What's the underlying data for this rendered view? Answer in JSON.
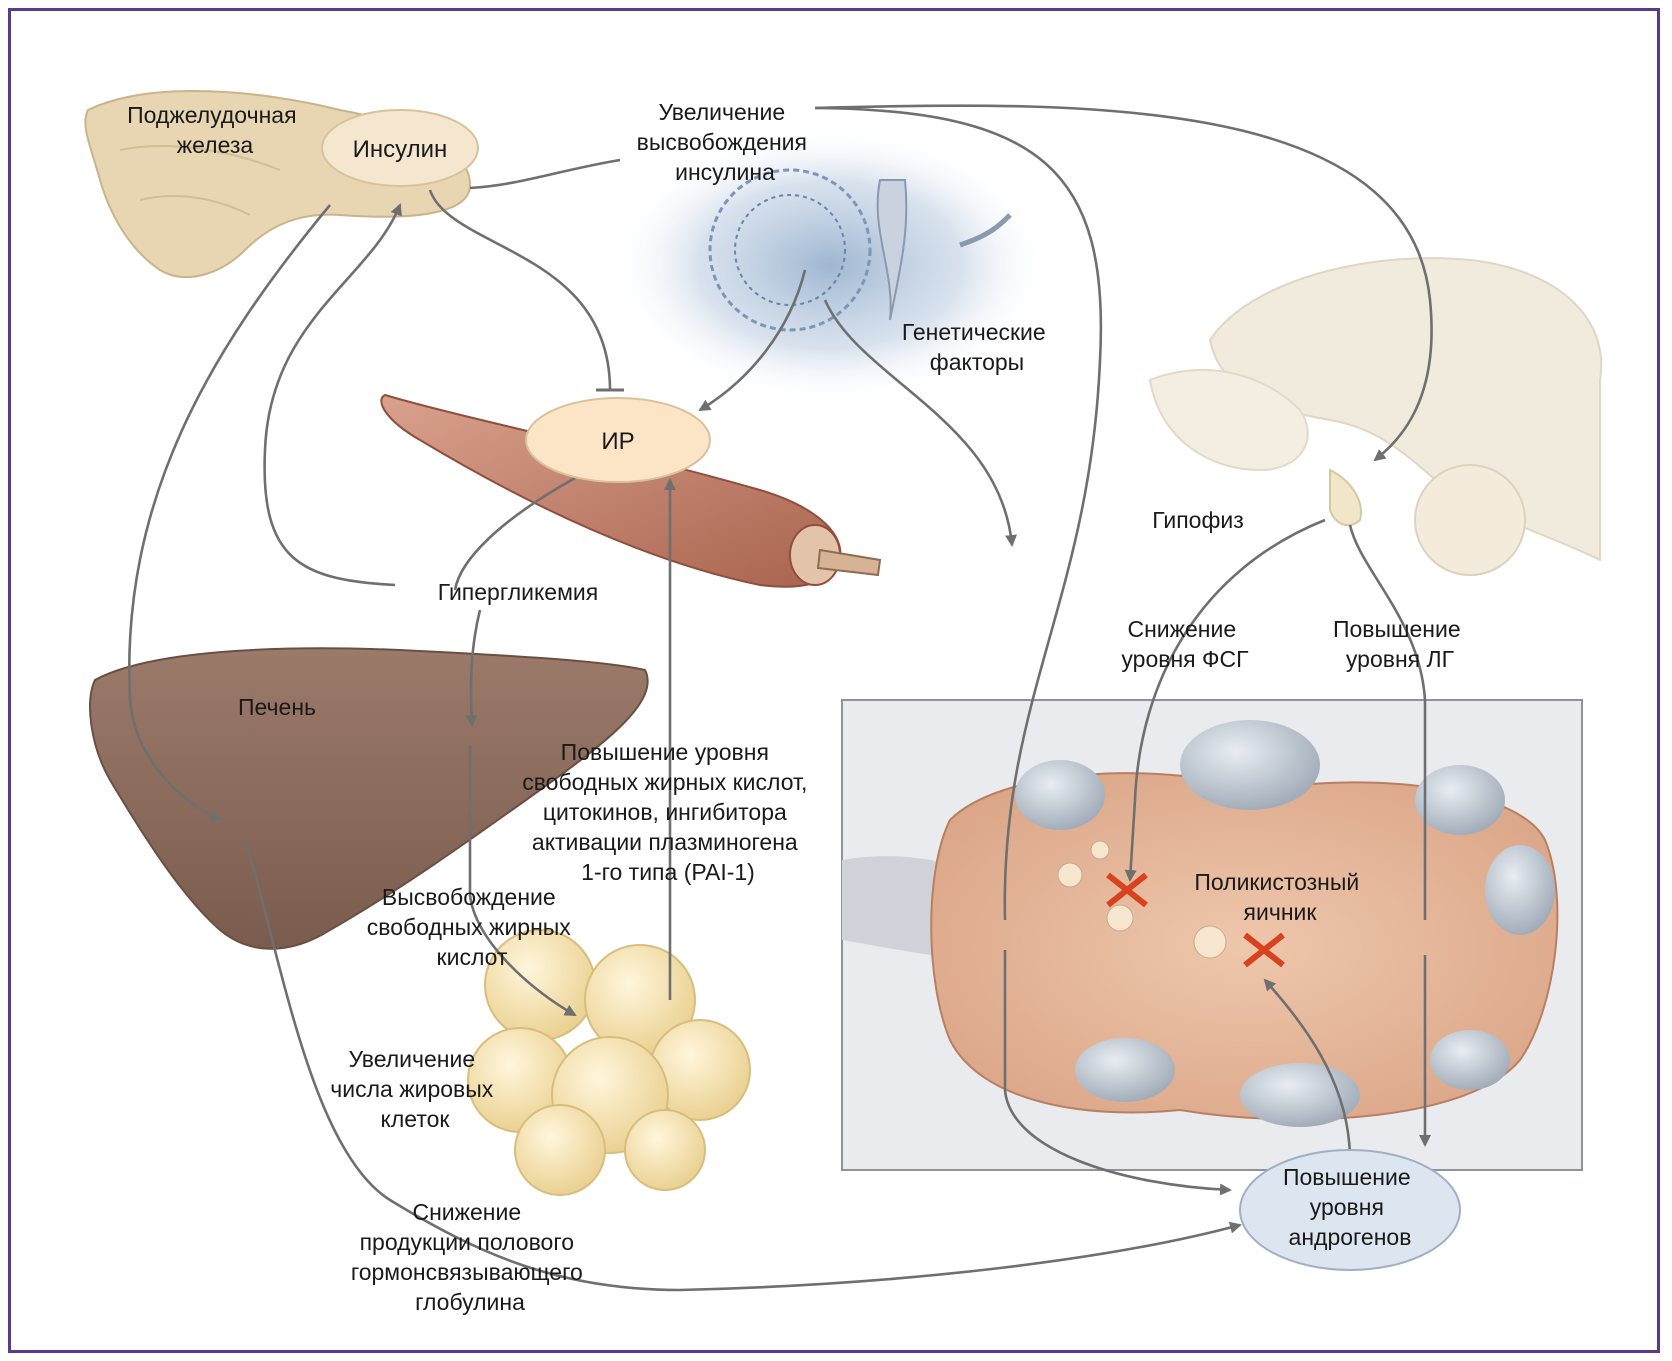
{
  "labels": {
    "pancreas": [
      "Поджелудочная",
      "железа"
    ],
    "insulin": "Инсулин",
    "insulin_release": [
      "Увеличение",
      "высвобождения",
      "инсулина"
    ],
    "genetic": [
      "Генетические",
      "факторы"
    ],
    "ir": "ИР",
    "pituitary": "Гипофиз",
    "hyperglycemia": "Гипергликемия",
    "fsh": [
      "Снижение",
      "уровня ФСГ"
    ],
    "lh": [
      "Повышение",
      "уровня ЛГ"
    ],
    "liver": "Печень",
    "ffa_increase": [
      "Повышение уровня",
      "свободных жирных кислот,",
      "цитокинов, ингибитора",
      "активации плазминогена",
      "1-го типа (PAI-1)"
    ],
    "ffa_release": [
      "Высвобождение",
      "свободных жирных",
      "кислот"
    ],
    "pco": [
      "Поликистозный",
      "яичник"
    ],
    "fat_cells": [
      "Увеличение",
      "числа жировых",
      "клеток"
    ],
    "shbg": [
      "Снижение",
      "продукции полового",
      "гормонсвязывающего",
      "глобулина"
    ],
    "androgens": [
      "Повышение",
      "уровня",
      "андрогенов"
    ]
  },
  "colors": {
    "frame": "#5b3a8c",
    "arrow": "#6f6f6f",
    "cross": "#d9421e",
    "insulin_ellipse": "#f5e6cf",
    "ir_ellipse": "#fbe5c6",
    "androgen_ellipse": "#dde6f0"
  }
}
